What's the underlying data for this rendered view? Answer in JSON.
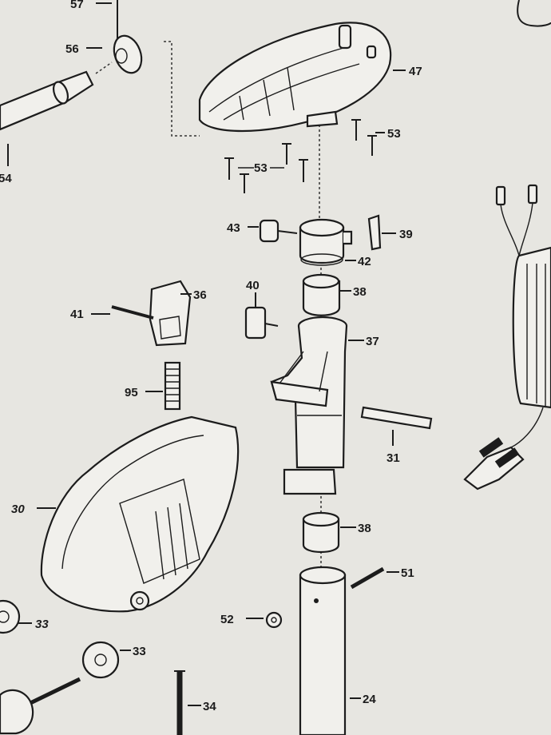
{
  "diagram": {
    "labels": {
      "p57": "57",
      "p56": "56",
      "p54": "54",
      "p47": "47",
      "p53a": "53",
      "p53b": "53",
      "p43": "43",
      "p39": "39",
      "p42": "42",
      "p36": "36",
      "p40": "40",
      "p38a": "38",
      "p41": "41",
      "p37": "37",
      "p95": "95",
      "p31": "31",
      "p30": "30",
      "p38b": "38",
      "p51": "51",
      "p33a": "33",
      "p52": "52",
      "p33b": "33",
      "p34": "34",
      "p24": "24"
    },
    "colors": {
      "paper": "#e7e6e1",
      "ink": "#1c1c1c"
    }
  }
}
